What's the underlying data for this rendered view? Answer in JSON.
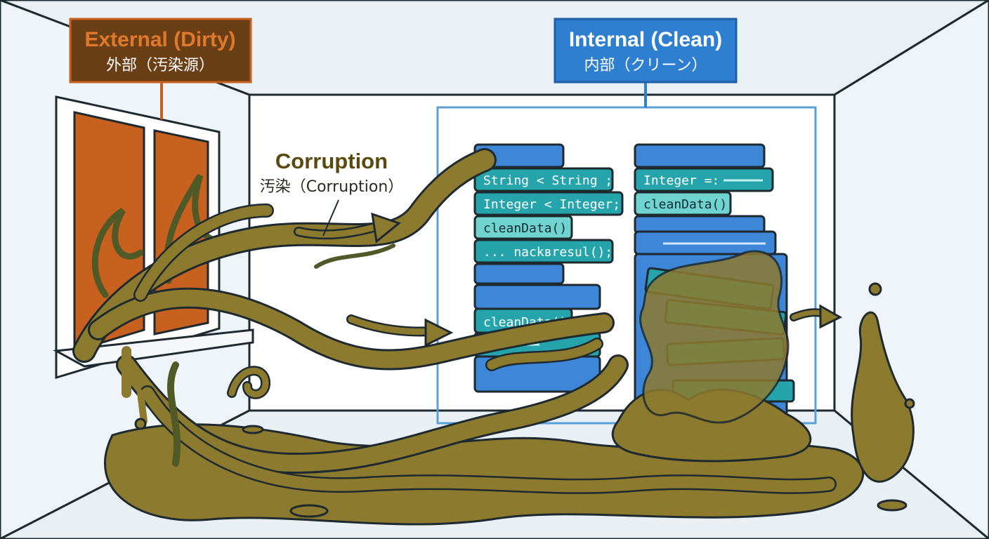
{
  "colors": {
    "background": "#eef4f7",
    "back_wall": "#ffffff",
    "line": "#1e2a30",
    "external_box": "#6b3f16",
    "external_title": "#e07a2a",
    "window_glass": "#c8611f",
    "internal_box": "#2f7fd0",
    "container_outline": "#5aa0d8",
    "block_blue": "#3d86d8",
    "block_teal": "#26a4ac",
    "block_light_teal": "#6fd3cf",
    "sludge": "#8c7a2e",
    "sludge_dark": "#4f5a26",
    "annotation_text": "#5a4a10"
  },
  "icons": [
    "window",
    "sludge-tentacles",
    "arrow-right",
    "code-block-stack"
  ],
  "external_label": {
    "title": "External (Dirty)",
    "subtitle": "外部（汚染源）"
  },
  "internal_label": {
    "title": "Internal (Clean)",
    "subtitle": "内部（クリーン）"
  },
  "corruption_label": {
    "title": "Corruption",
    "subtitle": "汚染（Corruption）"
  },
  "left_stack": {
    "lines": [
      "String < String ;",
      "Integer < Integer;",
      "cleanData()",
      "... nackвresul();"
    ],
    "lower_line": "cleanData()"
  },
  "right_stack": {
    "lines": [
      "Integer =:",
      "cleanData()"
    ]
  }
}
